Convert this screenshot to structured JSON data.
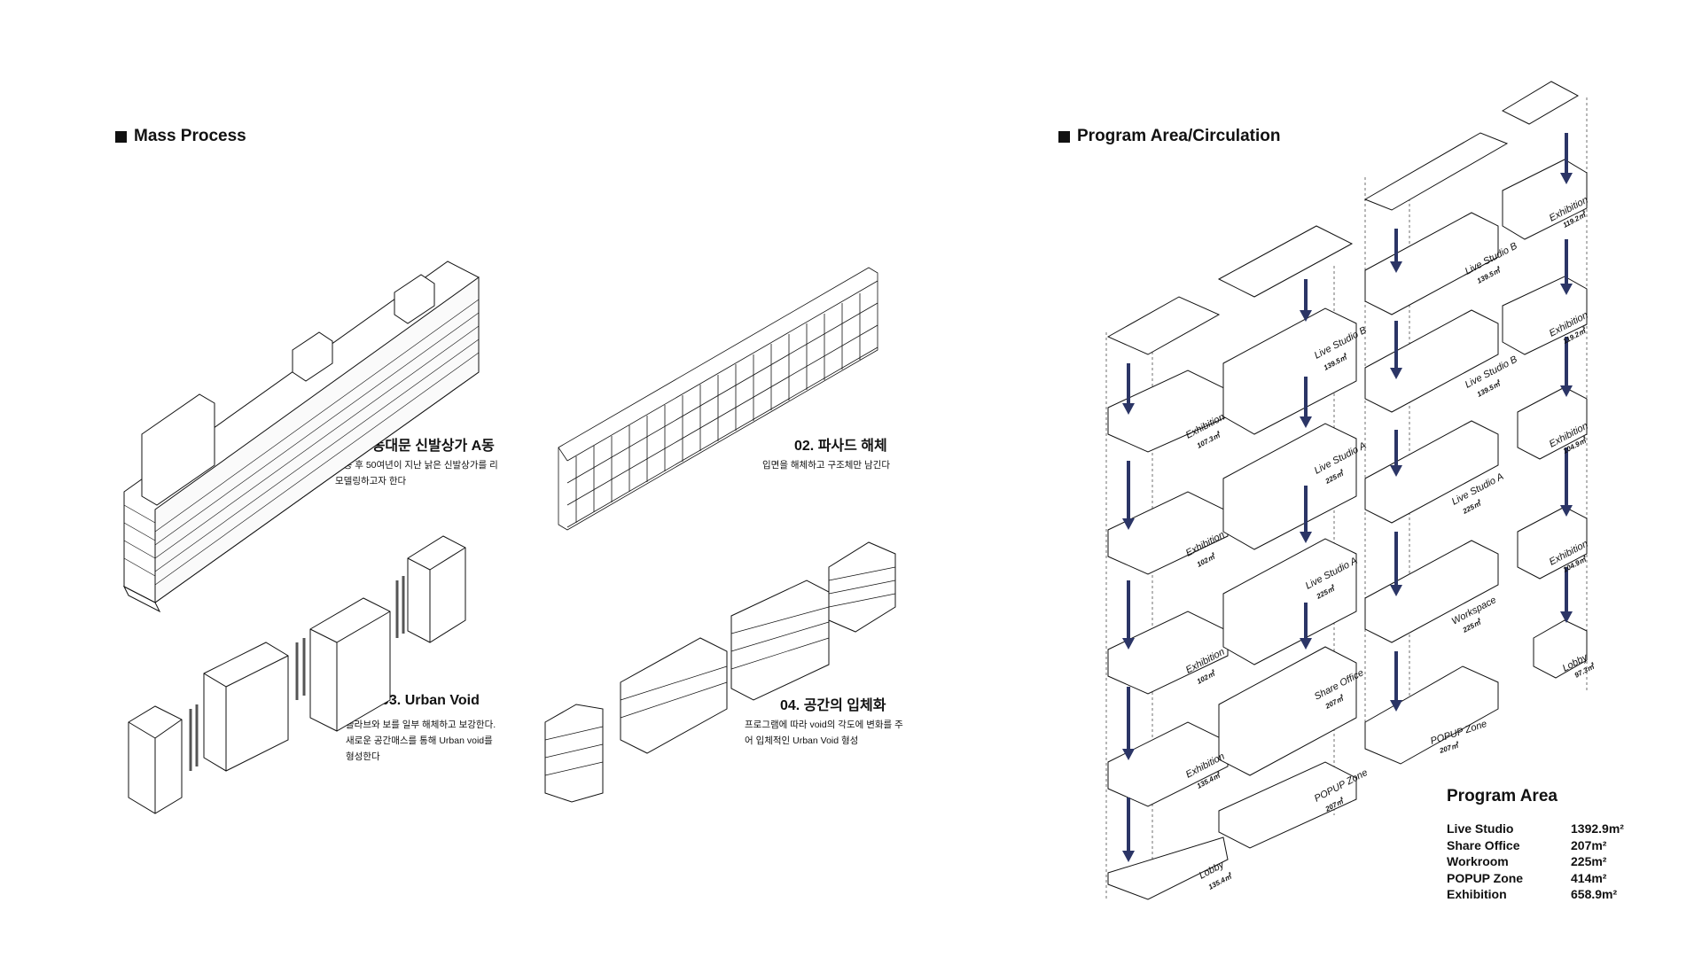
{
  "mass_process": {
    "title": "Mass Process",
    "steps": [
      {
        "title": "01. 동대문 신발상가 A동",
        "desc": "완공 후 50여년이 지난 낡은 신발상가를 리모델링하고자 한다"
      },
      {
        "title": "02. 파사드 해체",
        "desc": "입면을 해체하고 구조체만 남긴다"
      },
      {
        "title": "03. Urban Void",
        "desc": "슬라브와 보를 일부 해체하고 보강한다. 새로운 공간매스를 통해 Urban void를 형성한다"
      },
      {
        "title": "04. 공간의 입체화",
        "desc": "프로그램에 따라 void의 각도에 변화를 주어 입체적인 Urban Void 형성"
      }
    ]
  },
  "program_circulation": {
    "title": "Program Area/Circulation",
    "left_stack": [
      {
        "name": "Live Studio B",
        "area": "139.5㎡"
      },
      {
        "name": "Exhibition",
        "area": "107.3㎡"
      },
      {
        "name": "Live Studio A",
        "area": "225㎡"
      },
      {
        "name": "Exhibition",
        "area": "102㎡"
      },
      {
        "name": "Live Studio A",
        "area": "225㎡"
      },
      {
        "name": "Exhibition",
        "area": "102㎡"
      },
      {
        "name": "Share Office",
        "area": "207㎡"
      },
      {
        "name": "Exhibition",
        "area": "135.4㎡"
      },
      {
        "name": "POPUP Zone",
        "area": "207㎡"
      },
      {
        "name": "Lobby",
        "area": "135.4㎡"
      }
    ],
    "right_stack": [
      {
        "name": "Exhibition",
        "area": "119.2㎡"
      },
      {
        "name": "Live Studio B",
        "area": "139.5㎡"
      },
      {
        "name": "Exhibition",
        "area": "119.2㎡"
      },
      {
        "name": "Live Studio B",
        "area": "139.5㎡"
      },
      {
        "name": "Exhibition",
        "area": "104.9㎡"
      },
      {
        "name": "Live Studio A",
        "area": "225㎡"
      },
      {
        "name": "Exhibition",
        "area": "104.9㎡"
      },
      {
        "name": "Workspace",
        "area": "225㎡"
      },
      {
        "name": "Lobby",
        "area": "97.3㎡"
      },
      {
        "name": "POPUP Zone",
        "area": "207㎡"
      }
    ]
  },
  "program_area": {
    "title": "Program Area",
    "rows": [
      {
        "name": "Live Studio",
        "value": "1392.9m²"
      },
      {
        "name": "Share Office",
        "value": "207m²"
      },
      {
        "name": "Workroom",
        "value": "225m²"
      },
      {
        "name": "POPUP Zone",
        "value": "414m²"
      },
      {
        "name": "Exhibition",
        "value": "658.9m²"
      }
    ]
  },
  "colors": {
    "line": "#111111",
    "arrow": "#2b3566"
  }
}
